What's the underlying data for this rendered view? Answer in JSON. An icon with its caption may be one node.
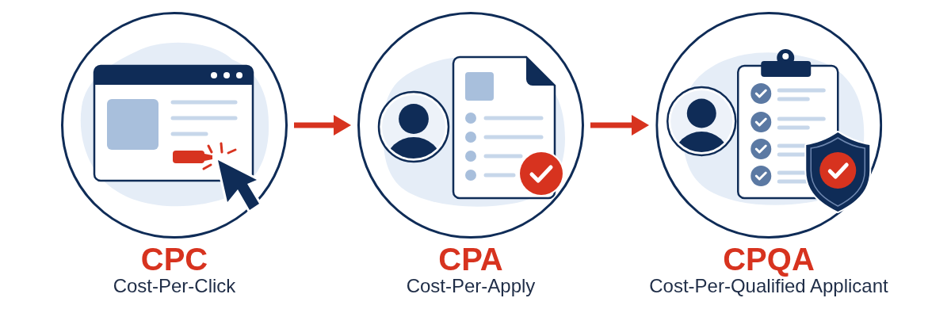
{
  "diagram": {
    "nodes": [
      {
        "text": [
          "CPC",
          "Cost-Per-Click"
        ]
      },
      {
        "text": [
          "CPA",
          "Cost-Per-Apply"
        ]
      },
      {
        "text": [
          "CPQA",
          "Cost-Per-Qualified Applicant"
        ]
      }
    ],
    "edges": [
      {
        "from": 0,
        "to": 1,
        "arrow": "to"
      },
      {
        "from": 1,
        "to": 2,
        "arrow": "to"
      }
    ]
  }
}
